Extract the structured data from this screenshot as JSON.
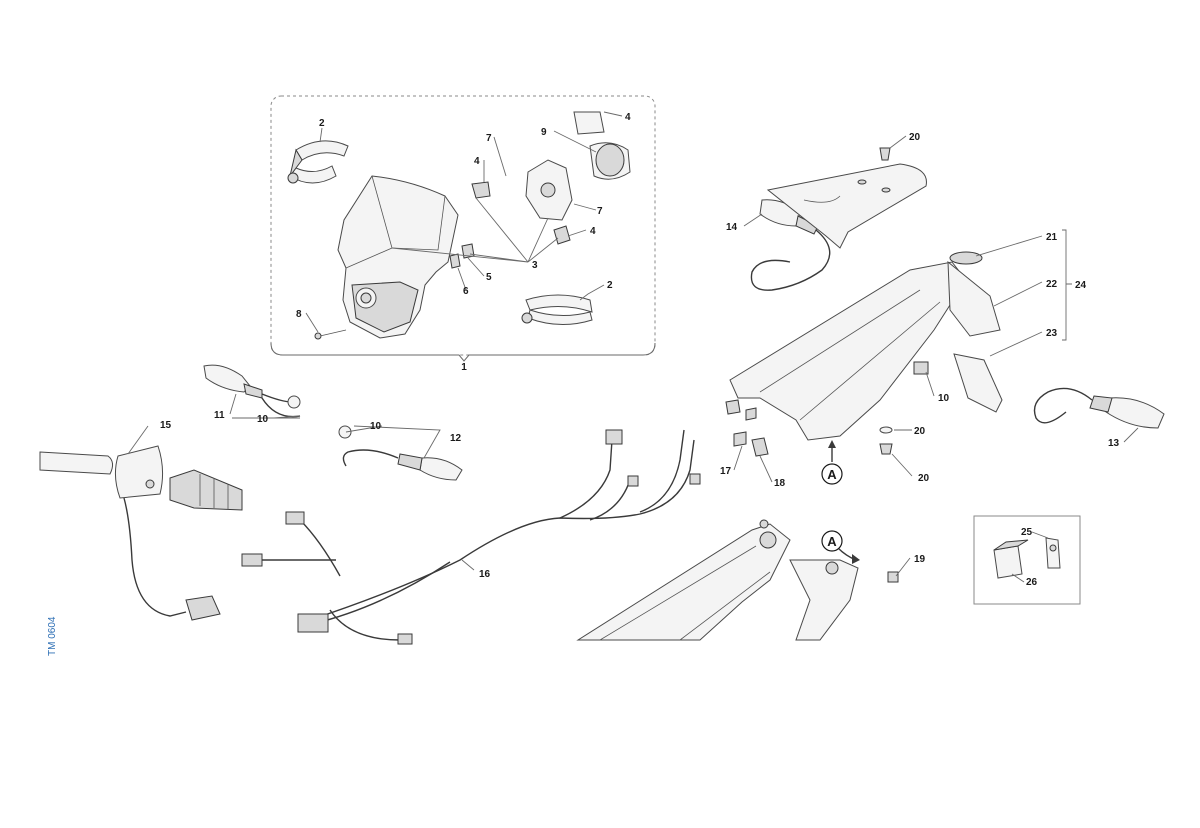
{
  "diagram": {
    "code": "TM 0604",
    "group_label": "1",
    "bracket_label": "24",
    "ref_letter": "A",
    "callouts": [
      {
        "id": "c2a",
        "label": "2"
      },
      {
        "id": "c2b",
        "label": "2"
      },
      {
        "id": "c3",
        "label": "3"
      },
      {
        "id": "c4a",
        "label": "4"
      },
      {
        "id": "c4b",
        "label": "4"
      },
      {
        "id": "c4c",
        "label": "4"
      },
      {
        "id": "c5",
        "label": "5"
      },
      {
        "id": "c6",
        "label": "6"
      },
      {
        "id": "c7a",
        "label": "7"
      },
      {
        "id": "c7b",
        "label": "7"
      },
      {
        "id": "c8",
        "label": "8"
      },
      {
        "id": "c9",
        "label": "9"
      },
      {
        "id": "c10a",
        "label": "10"
      },
      {
        "id": "c10b",
        "label": "10"
      },
      {
        "id": "c10c",
        "label": "10"
      },
      {
        "id": "c11",
        "label": "11"
      },
      {
        "id": "c12",
        "label": "12"
      },
      {
        "id": "c13",
        "label": "13"
      },
      {
        "id": "c14",
        "label": "14"
      },
      {
        "id": "c15",
        "label": "15"
      },
      {
        "id": "c16",
        "label": "16"
      },
      {
        "id": "c17",
        "label": "17"
      },
      {
        "id": "c18",
        "label": "18"
      },
      {
        "id": "c19",
        "label": "19"
      },
      {
        "id": "c20a",
        "label": "20"
      },
      {
        "id": "c20b",
        "label": "20"
      },
      {
        "id": "c20c",
        "label": "20"
      },
      {
        "id": "c21",
        "label": "21"
      },
      {
        "id": "c22",
        "label": "22"
      },
      {
        "id": "c23",
        "label": "23"
      },
      {
        "id": "c25",
        "label": "25"
      },
      {
        "id": "c26",
        "label": "26"
      }
    ]
  }
}
